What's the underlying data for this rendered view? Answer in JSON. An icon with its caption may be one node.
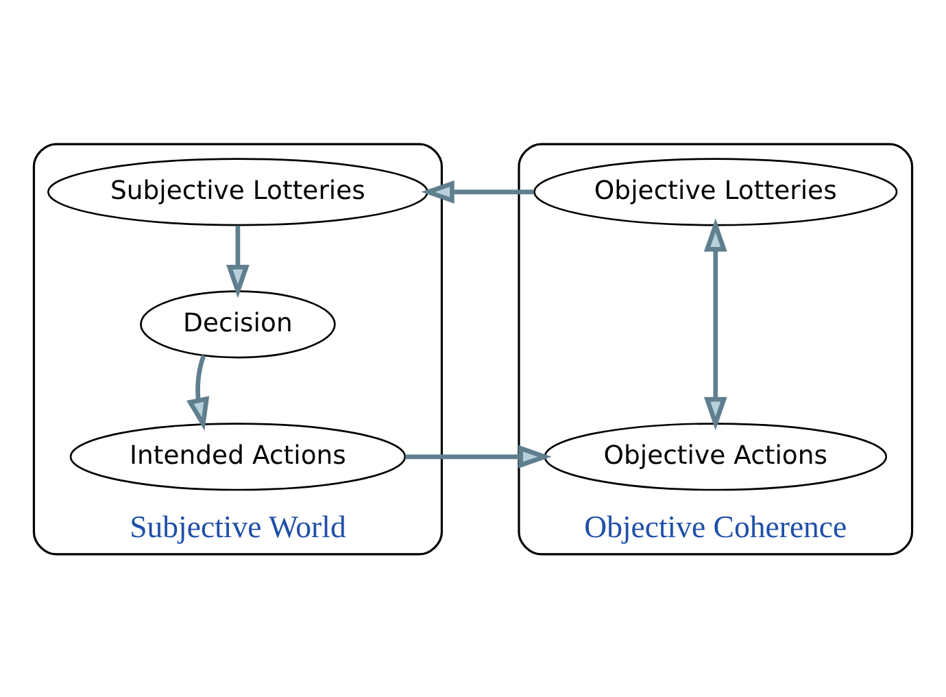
{
  "diagram": {
    "nodes": [
      {
        "text": [
          "Subjective World"
        ]
      },
      {
        "text": [
          "Subjective Lotteries"
        ],
        "in": 0
      },
      {
        "text": [
          "Decision"
        ],
        "in": 0
      },
      {
        "text": [
          "Intended Actions"
        ],
        "in": 0
      },
      {
        "text": [
          "Objective Coherence"
        ]
      },
      {
        "text": [
          "Objective Lotteries"
        ],
        "in": 4
      },
      {
        "text": [
          "Objective Actions"
        ],
        "in": 4
      }
    ],
    "edges": [
      {
        "from": 1,
        "to": 2,
        "arrow": "to"
      },
      {
        "from": 2,
        "to": 3,
        "arrow": "to"
      },
      {
        "from": 3,
        "to": 6,
        "arrow": "to"
      },
      {
        "from": 5,
        "to": 1,
        "arrow": "to"
      },
      {
        "from": 5,
        "to": 6,
        "arrow": "both"
      }
    ]
  }
}
